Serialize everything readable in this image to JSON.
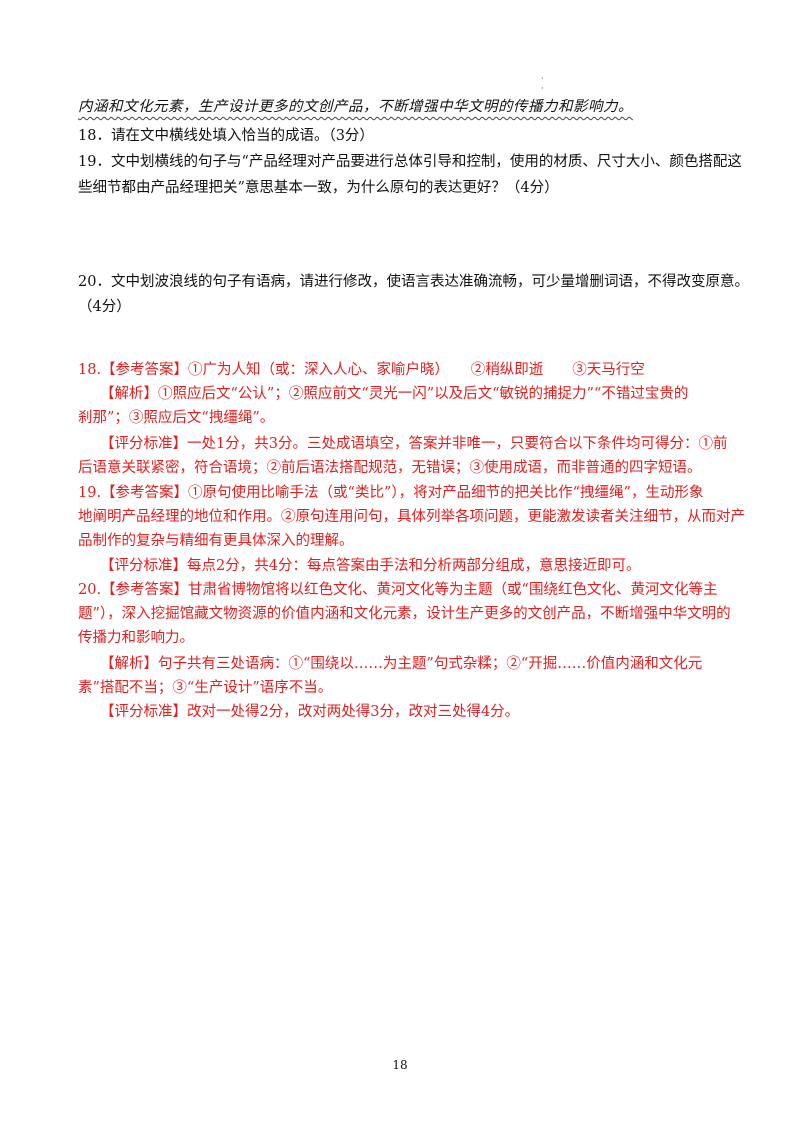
{
  "top_line": "内涵和文化元素，生产设计更多的文创产品，不断增强中华文明的传播力和影响力。",
  "q18": "18．请在文中横线处填入恰当的成语。（3分）",
  "q19": {
    "line1": "19．文中划横线的句子与“产品经理对产品要进行总体引导和控制，使用的材质、尺寸大小、颜色搭配这",
    "line2": "些细节都由产品经理把关”意思基本一致，为什么原句的表达更好？（4分）"
  },
  "q20": {
    "line1": "20．文中划波浪线的句子有语病，请进行修改，使语言表达准确流畅，可少量增删词语，不得改变原意。",
    "line2": "（4分）"
  },
  "answers": {
    "a18": {
      "line1": "18.【参考答案】①广为人知（或：深入人心、家喻户晓）　　②稍纵即逝　　③天马行空",
      "analysis1": "【解析】①照应后文“公认”；②照应前文“灵光一闪”以及后文“敏锐的捕捉力”“不错过宝贵的",
      "analysis2": "刹那”；③照应后文“拽缰绳”。",
      "standard1": "【评分标准】一处1分，共3分。三处成语填空，答案并非唯一，只要符合以下条件均可得分：①前",
      "standard2": "后语意关联紧密，符合语境；②前后语法搭配规范，无错误；③使用成语，而非普通的四字短语。"
    },
    "a19": {
      "line1": "19.【参考答案】①原句使用比喻手法（或“类比”），将对产品细节的把关比作“拽缰绳”，生动形象",
      "line2": "地阐明产品经理的地位和作用。②原句连用问句，具体列举各项问题，更能激发读者关注细节，从而对产",
      "line3": "品制作的复杂与精细有更具体深入的理解。",
      "standard": "【评分标准】每点2分，共4分：每点答案由手法和分析两部分组成，意思接近即可。"
    },
    "a20": {
      "line1": "20.【参考答案】甘肃省博物馆将以红色文化、黄河文化等为主题（或“围绕红色文化、黄河文化等主",
      "line2": "题”），深入挖掘馆藏文物资源的价值内涵和文化元素，设计生产更多的文创产品，不断增强中华文明的",
      "line3": "传播力和影响力。",
      "analysis1": "【解析】句子共有三处语病：①“围绕以……为主题”句式杂糅；②“开掘……价值内涵和文化元",
      "analysis2": "素”搭配不当；③“生产设计”语序不当。",
      "standard": "【评分标准】改对一处得2分，改对两处得3分，改对三处得4分。"
    }
  },
  "page_number": "18",
  "colors": {
    "answer_red": "#e02020",
    "text": "#111111"
  }
}
